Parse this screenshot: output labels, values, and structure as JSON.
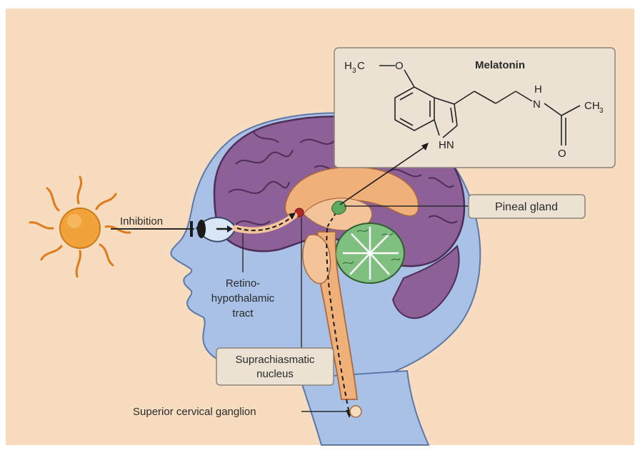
{
  "labels": {
    "melatonin": "Melatonin",
    "inhibition": "Inhibition",
    "pineal_gland": "Pineal gland",
    "retino_line1": "Retino-",
    "retino_line2": "hypothalamic",
    "retino_line3": "tract",
    "scn_line1": "Suprachiasmatic",
    "scn_line2": "nucleus",
    "superior_cervical_ganglion": "Superior cervical ganglion"
  },
  "structure": {
    "h3c": "H",
    "h3c_sub": "3",
    "h3c_c": "C",
    "o_methoxy": "O",
    "h_amide": "H",
    "n_amide": "N",
    "ch3": "CH",
    "ch3_sub": "3",
    "o_carbonyl": "O",
    "hn_indole": "HN"
  },
  "colors": {
    "background": "#f8dcbf",
    "head": "#a9c1e6",
    "head_outline": "#5c78a6",
    "brain": "#8d6098",
    "brain_outline": "#4e2e58",
    "inner_brain": "#f0b07a",
    "cerebellum": "#7fbf7f",
    "box_fill": "#ece2d3",
    "box_stroke": "#8c8478",
    "sun": "#f2a23a"
  }
}
